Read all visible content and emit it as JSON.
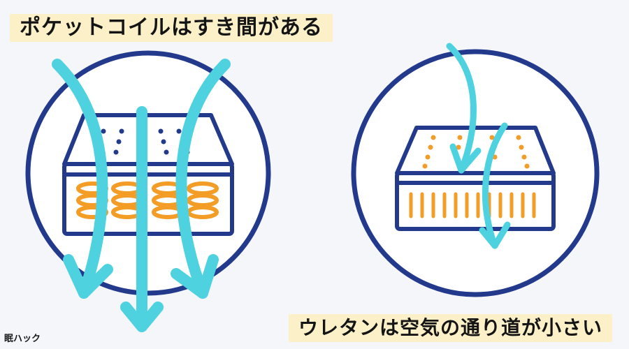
{
  "labels": {
    "pocket_coil": "ポケットコイルはすき間がある",
    "urethane": "ウレタンは空気の通り道が小さい"
  },
  "brand": "眠ハック",
  "colors": {
    "background": "#f4f6f9",
    "outline": "#233a8c",
    "coil": "#f39c26",
    "arrow": "#4fd2e0",
    "label_bg": "#fbf0c8",
    "text": "#141414"
  },
  "icons": {
    "left": "pocket-coil-mattress-icon",
    "right": "urethane-mattress-icon",
    "flow": "airflow-arrow-icon"
  }
}
